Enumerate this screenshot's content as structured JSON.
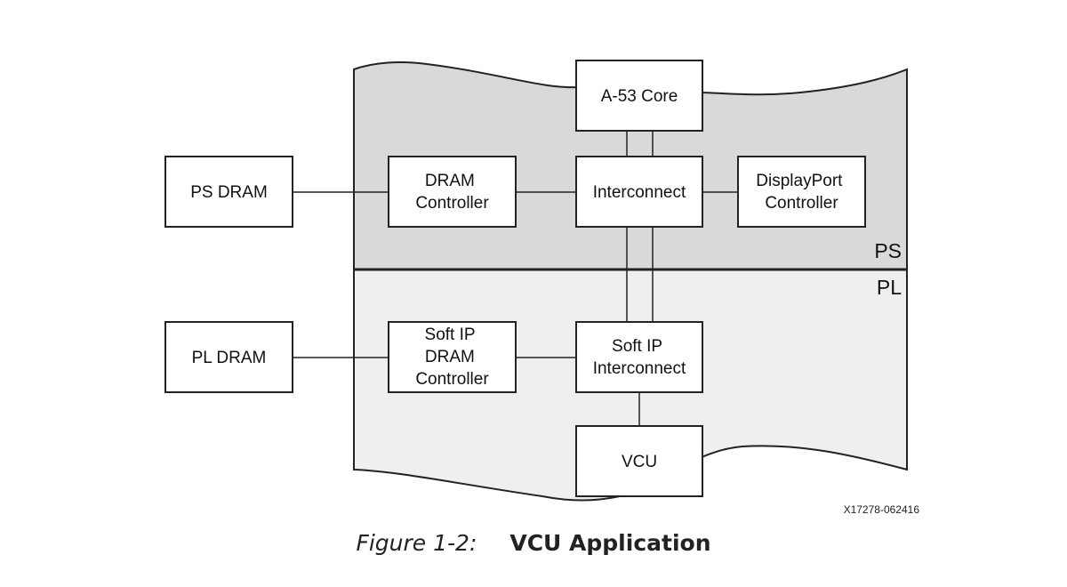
{
  "regions": {
    "ps_label": "PS",
    "pl_label": "PL"
  },
  "blocks": {
    "ps_dram": [
      "PS DRAM"
    ],
    "dram_controller": [
      "DRAM",
      "Controller"
    ],
    "a53_core": [
      "A-53 Core"
    ],
    "interconnect": [
      "Interconnect"
    ],
    "displayport_controller": [
      "DisplayPort",
      "Controller"
    ],
    "pl_dram": [
      "PL DRAM"
    ],
    "soft_ip_dram_controller": [
      "Soft IP",
      "DRAM",
      "Controller"
    ],
    "soft_ip_interconnect": [
      "Soft IP",
      "Interconnect"
    ],
    "vcu": [
      "VCU"
    ]
  },
  "figure": {
    "id": "X17278-062416",
    "caption_number": "Figure 1-2:",
    "caption_title": "VCU Application"
  },
  "colors": {
    "ps_fill": "#d9d9d9",
    "pl_fill": "#efefef",
    "stroke": "#222222",
    "box_fill": "#ffffff"
  }
}
